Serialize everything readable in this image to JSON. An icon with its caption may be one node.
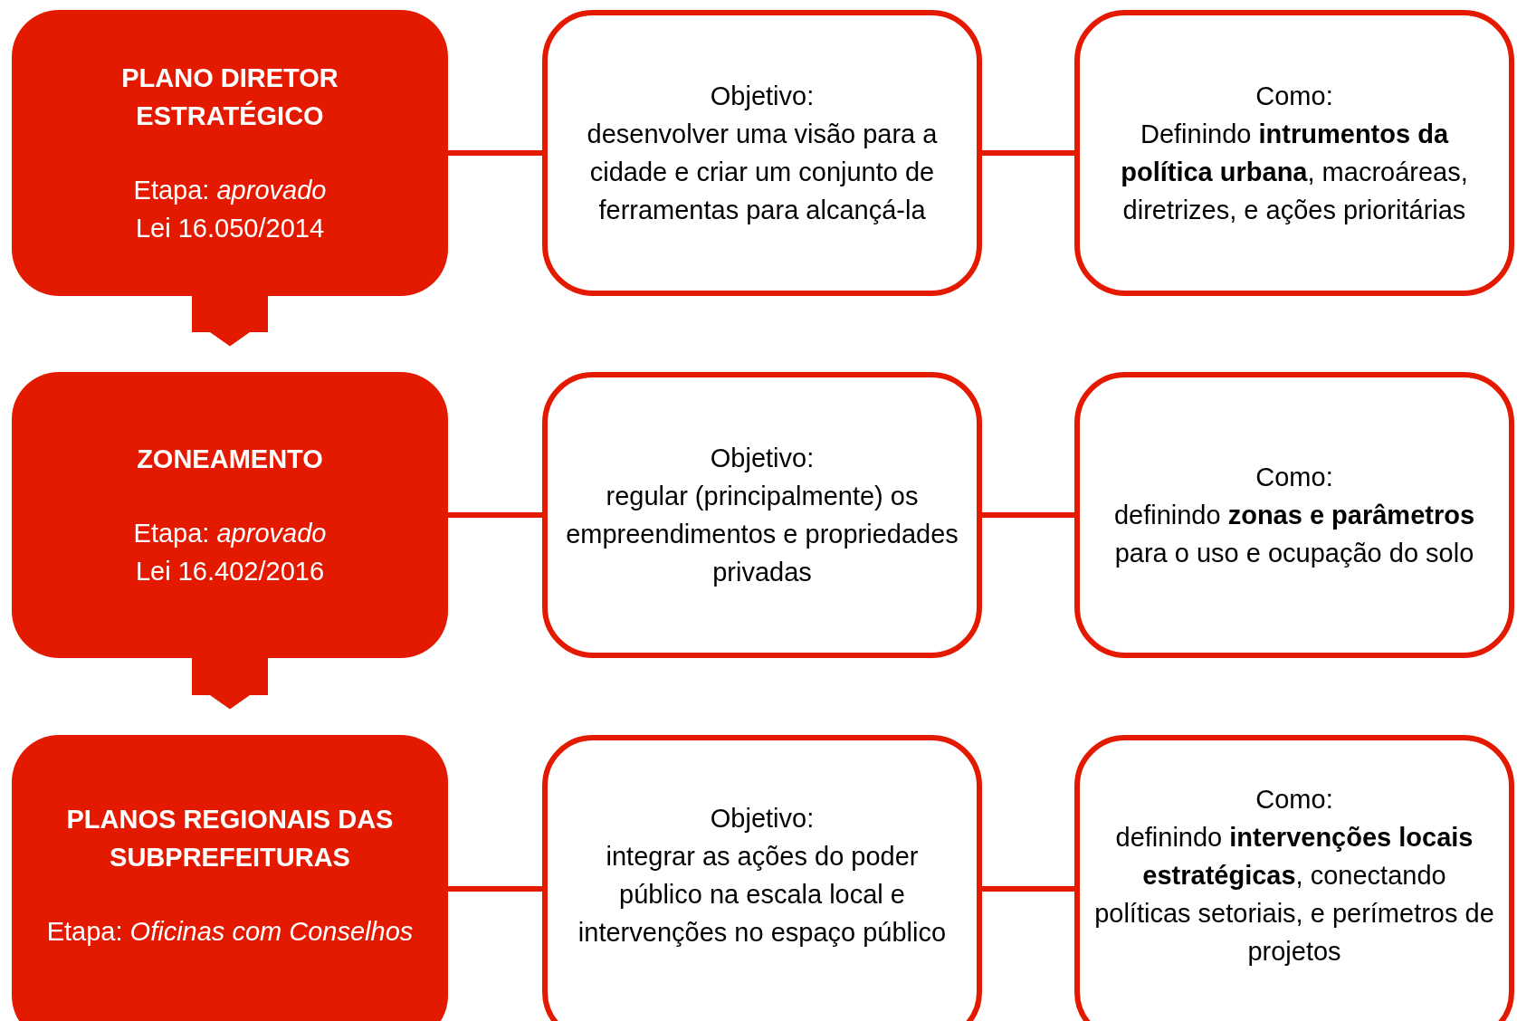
{
  "diagram": {
    "nodes": [
      {
        "text": [
          "PLANO DIRETOR ESTRATÉGICO",
          "Etapa: *aprovado*",
          "Lei 16.050/2014"
        ]
      },
      {
        "text": [
          "Objetivo:",
          "desenvolver uma visão para a cidade e criar um conjunto de ferramentas para alcançá-la"
        ]
      },
      {
        "text": [
          "Como:",
          "Definindo **intrumentos da política urbana**, macroáreas, diretrizes, e ações prioritárias"
        ]
      },
      {
        "text": [
          "ZONEAMENTO",
          "Etapa: *aprovado*",
          "Lei 16.402/2016"
        ]
      },
      {
        "text": [
          "Objetivo:",
          "regular (principalmente) os empreendimentos e propriedades privadas"
        ]
      },
      {
        "text": [
          "Como:",
          "definindo **zonas e parâmetros** para o uso e ocupação do solo"
        ]
      },
      {
        "text": [
          "PLANOS REGIONAIS DAS SUBPREFEITURAS",
          "Etapa: *Oficinas com Conselhos*"
        ]
      },
      {
        "text": [
          "Objetivo:",
          "integrar as ações do poder público na escala local e intervenções no espaço público"
        ]
      },
      {
        "text": [
          "Como:",
          "definindo **intervenções locais estratégicas**, conectando políticas setoriais, e perímetros de projetos"
        ]
      }
    ],
    "edges": [
      {
        "from": 0,
        "to": 1,
        "arrow": "none"
      },
      {
        "from": 1,
        "to": 2,
        "arrow": "none"
      },
      {
        "from": 3,
        "to": 4,
        "arrow": "none"
      },
      {
        "from": 4,
        "to": 5,
        "arrow": "none"
      },
      {
        "from": 6,
        "to": 7,
        "arrow": "none"
      },
      {
        "from": 7,
        "to": 8,
        "arrow": "none"
      },
      {
        "from": 0,
        "to": 3,
        "arrow": "to",
        "style": "thick"
      },
      {
        "from": 3,
        "to": 6,
        "arrow": "to",
        "style": "thick"
      }
    ]
  }
}
